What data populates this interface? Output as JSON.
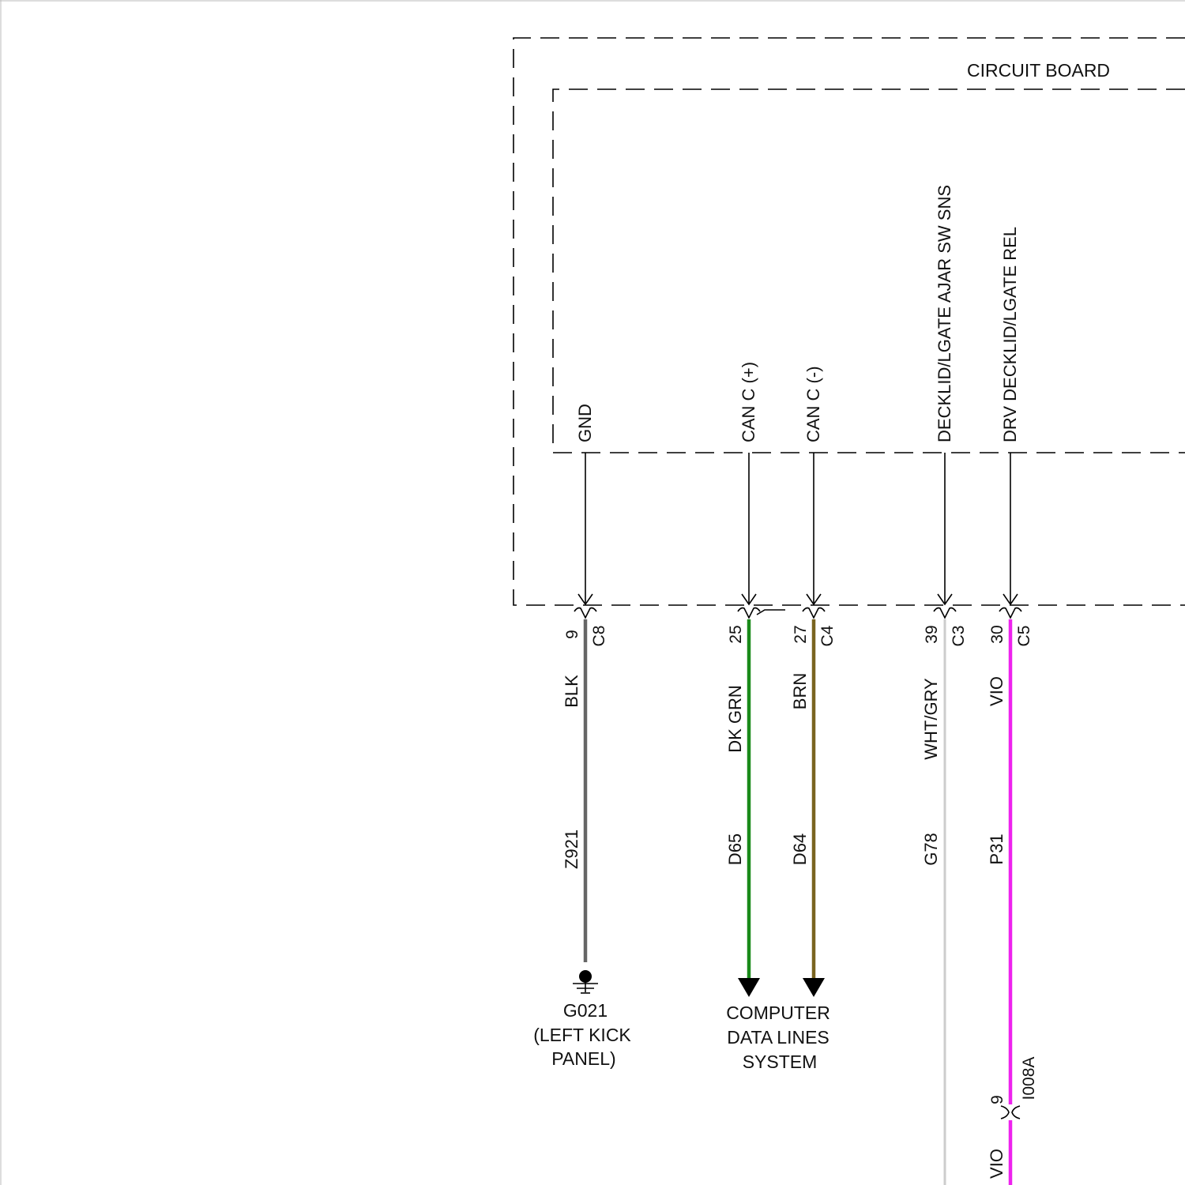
{
  "board_label": "CIRCUIT BOARD",
  "circuits": [
    {
      "signal": "GND",
      "pin": "9",
      "connector": "C8",
      "wire_color_label": "BLK",
      "circuit_id": "Z921",
      "wire_hex": "#666666",
      "dest_type": "ground",
      "dest_lines": [
        "G021",
        "(LEFT KICK",
        "PANEL)"
      ]
    },
    {
      "signal": "CAN C (+)",
      "pin": "25",
      "connector": "",
      "wire_color_label": "DK GRN",
      "circuit_id": "D65",
      "wire_hex": "#1a8a1a",
      "dest_type": "arrow"
    },
    {
      "signal": "CAN C (-)",
      "pin": "27",
      "connector": "C4",
      "wire_color_label": "BRN",
      "circuit_id": "D64",
      "wire_hex": "#7a6420",
      "dest_type": "arrow"
    },
    {
      "signal": "DECKLID/LGATE AJAR SW SNS",
      "pin": "39",
      "connector": "C3",
      "wire_color_label": "WHT/GRY",
      "circuit_id": "G78",
      "wire_hex": "#cccccc",
      "dest_type": "continues"
    },
    {
      "signal": "DRV DECKLID/LGATE REL",
      "pin": "30",
      "connector": "C5",
      "wire_color_label": "VIO",
      "circuit_id": "P31",
      "wire_hex": "#ee22ee",
      "dest_type": "inline",
      "inline_pin": "9",
      "inline_connector": "I008A",
      "after_color_label": "VIO"
    }
  ],
  "data_bus_dest_lines": [
    "COMPUTER",
    "DATA LINES",
    "SYSTEM"
  ]
}
